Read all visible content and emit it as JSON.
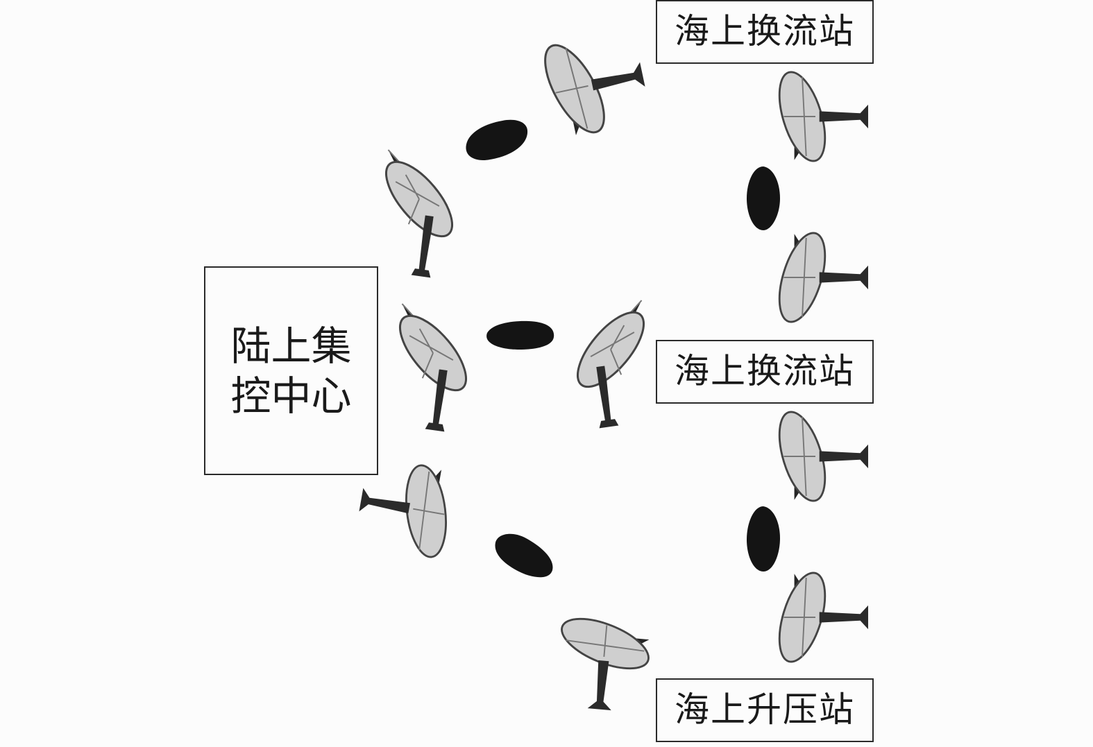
{
  "onshore_center": {
    "line1": "陆上集",
    "line2": "控中心"
  },
  "stations": [
    {
      "label": "海上换流站"
    },
    {
      "label": "海上换流站"
    },
    {
      "label": "海上升压站"
    }
  ],
  "icons": {
    "antenna": "satellite-dish-icon",
    "signal": "signal-blob-icon"
  },
  "colors": {
    "dish_fill": "#cfcfcf",
    "dish_stroke": "#3a3a3a",
    "mount": "#2b2b2b",
    "signal": "#141414"
  }
}
